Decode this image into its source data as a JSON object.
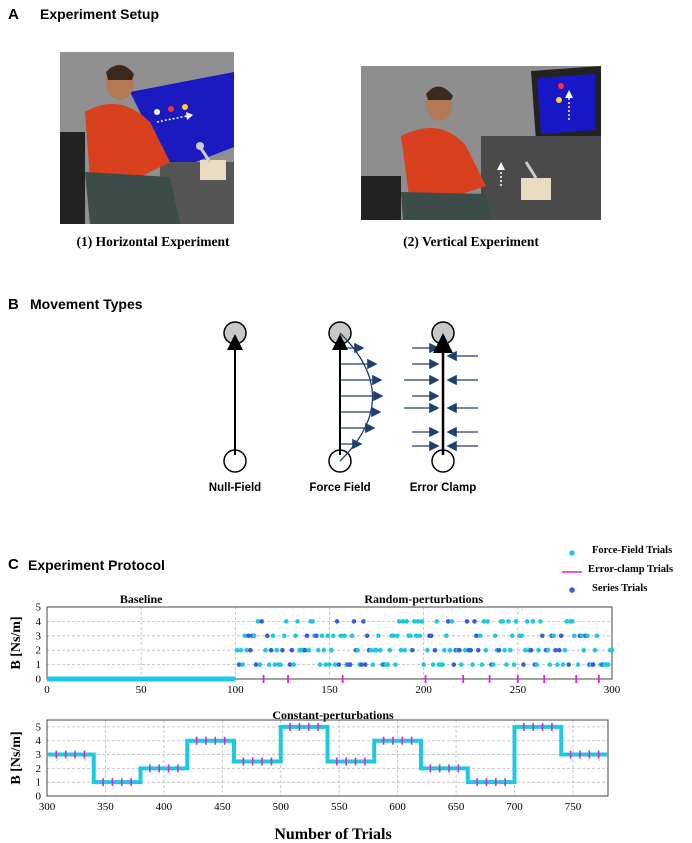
{
  "panel_a": {
    "letter": "A",
    "title": "Experiment Setup",
    "captions": [
      "(1)  Horizontal Experiment",
      "(2)  Vertical Experiment"
    ]
  },
  "panel_b": {
    "letter": "B",
    "title": "Movement Types",
    "labels": [
      "Null-Field",
      "Force Field",
      "Error Clamp"
    ]
  },
  "panel_c": {
    "letter": "C",
    "title": "Experiment Protocol",
    "legend": [
      "Force-Field Trials",
      "Error-clamp Trials",
      "Series Trials"
    ]
  },
  "colors": {
    "force_field": "#1ec8e0",
    "error_clamp": "#e020d8",
    "series": "#3a5ce0",
    "arrow": "#1f3f6e",
    "shirt": "#d8401e",
    "screen": "#1818c8"
  },
  "chart_data": [
    {
      "type": "scatter",
      "title_left": "Baseline",
      "title_right": "Random-perturbations",
      "ylabel": "B [Ns/m]",
      "xlim": [
        0,
        300
      ],
      "ylim": [
        0,
        5
      ],
      "xticks": [
        "0",
        "50",
        "100",
        "150",
        "200",
        "250",
        "300"
      ],
      "yticks": [
        "0",
        "1",
        "2",
        "3",
        "4",
        "5"
      ],
      "baseline": {
        "x_start": 0,
        "x_end": 100,
        "y": 0
      },
      "error_clamp_x": [
        115,
        128,
        157,
        201,
        221,
        235,
        250,
        264,
        281,
        293
      ],
      "grid": true
    },
    {
      "type": "line",
      "title": "Constant-perturbations",
      "xlabel": "Number of Trials",
      "ylabel": "B [Ns/m]",
      "xlim": [
        300,
        780
      ],
      "ylim": [
        0,
        5.5
      ],
      "xticks": [
        "300",
        "350",
        "400",
        "450",
        "500",
        "550",
        "600",
        "650",
        "700",
        "750"
      ],
      "yticks": [
        "0",
        "1",
        "2",
        "3",
        "4",
        "5"
      ],
      "steps": [
        {
          "x0": 300,
          "x1": 340,
          "y": 3
        },
        {
          "x0": 340,
          "x1": 380,
          "y": 1
        },
        {
          "x0": 380,
          "x1": 420,
          "y": 2
        },
        {
          "x0": 420,
          "x1": 460,
          "y": 4
        },
        {
          "x0": 460,
          "x1": 500,
          "y": 2.5
        },
        {
          "x0": 500,
          "x1": 540,
          "y": 5
        },
        {
          "x0": 540,
          "x1": 580,
          "y": 2.5
        },
        {
          "x0": 580,
          "x1": 620,
          "y": 4
        },
        {
          "x0": 620,
          "x1": 660,
          "y": 2
        },
        {
          "x0": 660,
          "x1": 700,
          "y": 1
        },
        {
          "x0": 700,
          "x1": 740,
          "y": 5
        },
        {
          "x0": 740,
          "x1": 780,
          "y": 3
        }
      ],
      "grid": true
    }
  ]
}
